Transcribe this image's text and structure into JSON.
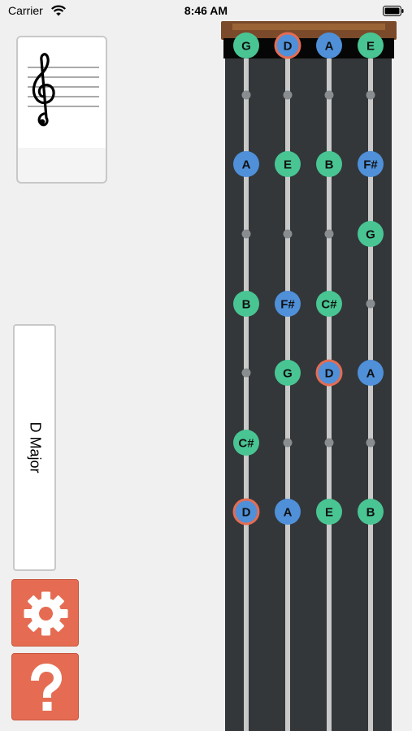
{
  "status_bar": {
    "carrier": "Carrier",
    "time": "8:46 AM"
  },
  "staff": {
    "clef": "treble-clef",
    "line_count": 5
  },
  "key_selector": {
    "label": "D Major"
  },
  "buttons": {
    "settings_icon": "gear-icon",
    "help_icon": "question-icon",
    "color": "#e56c52"
  },
  "fingerboard": {
    "strings": [
      "G",
      "D",
      "A",
      "E"
    ],
    "colors": {
      "green": "#49c593",
      "blue": "#4f90d9",
      "tonic_ring": "#e56c52",
      "marker": "#8a8d90"
    },
    "rows": [
      {
        "notes": [
          {
            "name": "G",
            "color": "green"
          },
          {
            "name": "D",
            "color": "blue",
            "tonic": true
          },
          {
            "name": "A",
            "color": "blue"
          },
          {
            "name": "E",
            "color": "green"
          }
        ]
      },
      {
        "notes": [
          null,
          null,
          null,
          null
        ]
      },
      {
        "notes": [
          {
            "name": "A",
            "color": "blue"
          },
          {
            "name": "E",
            "color": "green"
          },
          {
            "name": "B",
            "color": "green"
          },
          {
            "name": "F#",
            "color": "blue"
          }
        ]
      },
      {
        "notes": [
          null,
          null,
          null,
          {
            "name": "G",
            "color": "green"
          }
        ]
      },
      {
        "notes": [
          {
            "name": "B",
            "color": "green"
          },
          {
            "name": "F#",
            "color": "blue"
          },
          {
            "name": "C#",
            "color": "green"
          },
          null
        ]
      },
      {
        "notes": [
          null,
          {
            "name": "G",
            "color": "green"
          },
          {
            "name": "D",
            "color": "blue",
            "tonic": true
          },
          {
            "name": "A",
            "color": "blue"
          }
        ]
      },
      {
        "notes": [
          {
            "name": "C#",
            "color": "green"
          },
          null,
          null,
          null
        ]
      },
      {
        "notes": [
          {
            "name": "D",
            "color": "blue",
            "tonic": true
          },
          {
            "name": "A",
            "color": "blue"
          },
          {
            "name": "E",
            "color": "green"
          },
          {
            "name": "B",
            "color": "green"
          }
        ]
      }
    ]
  }
}
